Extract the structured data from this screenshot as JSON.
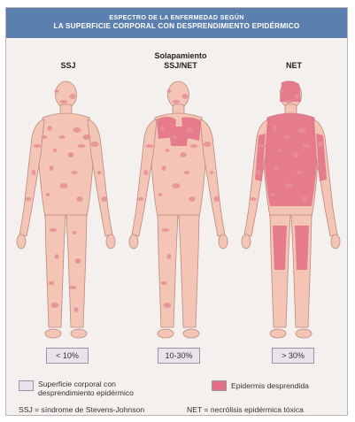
{
  "header": {
    "line1": "ESPECTRO DE LA ENFERMEDAD SEGÚN",
    "line2": "LA SUPERFICIE CORPORAL CON DESPRENDIMIENTO EPIDÉRMICO"
  },
  "columns": [
    {
      "label_top": "",
      "label": "SSJ",
      "percent": "< 10%"
    },
    {
      "label_top": "Solapamiento",
      "label": "SSJ/NET",
      "percent": "10-30%"
    },
    {
      "label_top": "",
      "label": "NET",
      "percent": "> 30%"
    }
  ],
  "legend": {
    "surface_label_line1": "Superficie corporal con",
    "surface_label_line2": "desprendimiento epidérmico",
    "detached_label": "Epidermis desprendida",
    "footnote_left": "SSJ = síndrome de Stevens-Johnson",
    "footnote_right": "NET = necrólisis epidérmica tóxica"
  },
  "colors": {
    "header": "#5b7fae",
    "skin": "#f4c4b4",
    "lesion": "#e58f97",
    "detached": "#e46f84",
    "surface_box": "#e9e3ec"
  }
}
